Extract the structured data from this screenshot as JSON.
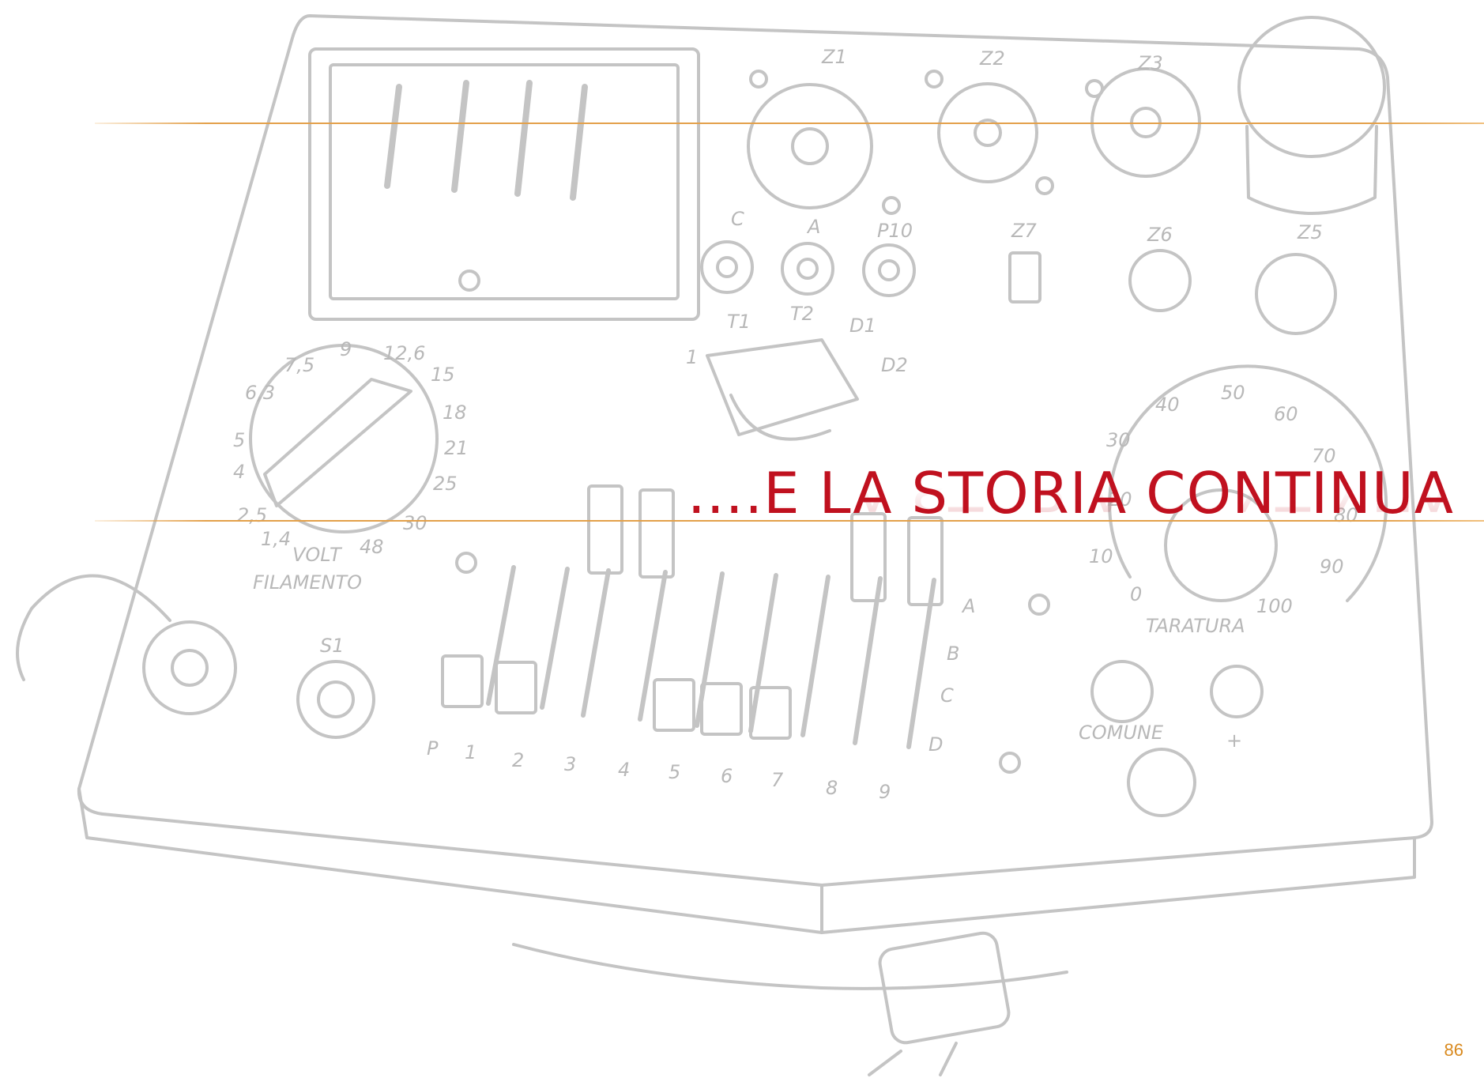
{
  "slide": {
    "title": "….E LA STORIA CONTINUA",
    "page_number": "86"
  },
  "illustration": {
    "socket_labels": [
      "Z1",
      "Z2",
      "Z3",
      "Z7",
      "Z6",
      "Z5"
    ],
    "terminal_labels": [
      "C",
      "A",
      "P10"
    ],
    "selector_labels": [
      "T1",
      "T2",
      "D1",
      "D2",
      "1"
    ],
    "filament_scale": [
      "1,4",
      "2,5",
      "4",
      "5",
      "6,3",
      "7,5",
      "9",
      "12,6",
      "15",
      "18",
      "21",
      "25",
      "30",
      "48"
    ],
    "filament_caption": [
      "VOLT",
      "FILAMENTO"
    ],
    "switch_label": "S1",
    "key_labels": [
      "P",
      "1",
      "2",
      "3",
      "4",
      "5",
      "6",
      "7",
      "8",
      "9"
    ],
    "row_labels": [
      "A",
      "B",
      "C",
      "D"
    ],
    "calibration_scale": [
      "0",
      "10",
      "20",
      "30",
      "40",
      "50",
      "60",
      "70",
      "80",
      "90",
      "100"
    ],
    "calibration_caption": "TARATURA",
    "output_labels": [
      "COMUNE",
      "+"
    ]
  },
  "colors": {
    "title": "#c0111f",
    "rule": "#e3a04a",
    "page_number": "#d98a1f",
    "illustration_line": "#c4c4c4"
  }
}
